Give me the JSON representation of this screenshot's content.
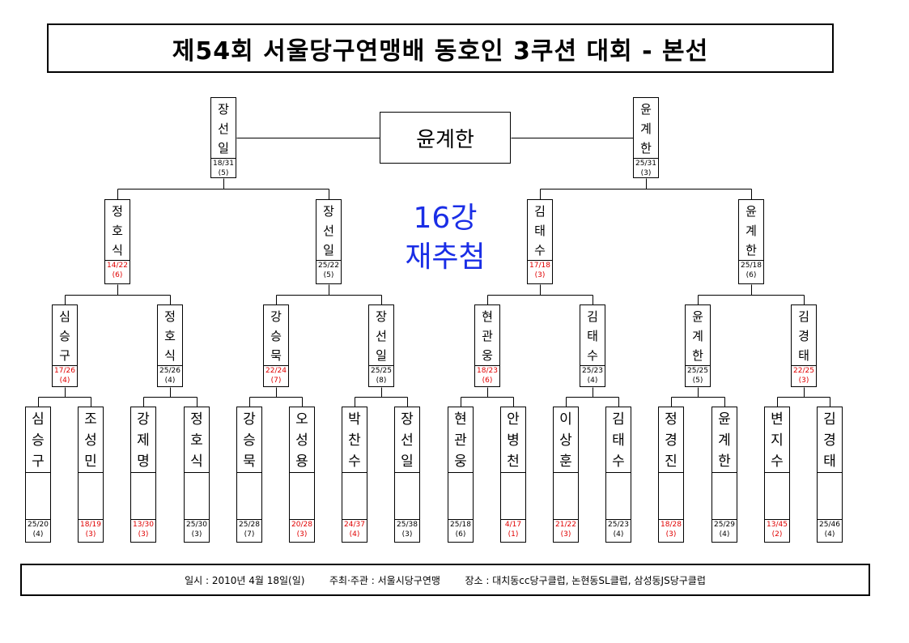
{
  "title": "제54회 서울당구연맹배 동호인 3쿠션 대회 - 본선",
  "champion": "윤계한",
  "round_label": [
    "16강",
    "재추첨"
  ],
  "final": [
    {
      "name": "장선일",
      "score": "18/31",
      "inn": "(5)",
      "red": false
    },
    {
      "name": "윤계한",
      "score": "25/31",
      "inn": "(3)",
      "red": false
    }
  ],
  "semi": [
    {
      "name": "정호식",
      "score": "14/22",
      "inn": "(6)",
      "red": true
    },
    {
      "name": "장선일",
      "score": "25/22",
      "inn": "(5)",
      "red": false
    },
    {
      "name": "김태수",
      "score": "17/18",
      "inn": "(3)",
      "red": true
    },
    {
      "name": "윤계한",
      "score": "25/18",
      "inn": "(6)",
      "red": false
    }
  ],
  "quarter": [
    {
      "name": "심승구",
      "score": "17/26",
      "inn": "(4)",
      "red": true
    },
    {
      "name": "정호식",
      "score": "25/26",
      "inn": "(4)",
      "red": false
    },
    {
      "name": "강승묵",
      "score": "22/24",
      "inn": "(7)",
      "red": true
    },
    {
      "name": "장선일",
      "score": "25/25",
      "inn": "(8)",
      "red": false
    },
    {
      "name": "현관웅",
      "score": "18/23",
      "inn": "(6)",
      "red": true
    },
    {
      "name": "김태수",
      "score": "25/23",
      "inn": "(4)",
      "red": false
    },
    {
      "name": "윤계한",
      "score": "25/25",
      "inn": "(5)",
      "red": false
    },
    {
      "name": "김경태",
      "score": "22/25",
      "inn": "(3)",
      "red": true
    }
  ],
  "round16": [
    {
      "name": "심승구",
      "score": "25/20",
      "inn": "(4)",
      "red": false
    },
    {
      "name": "조성민",
      "score": "18/19",
      "inn": "(3)",
      "red": true
    },
    {
      "name": "강제명",
      "score": "13/30",
      "inn": "(3)",
      "red": true
    },
    {
      "name": "정호식",
      "score": "25/30",
      "inn": "(3)",
      "red": false
    },
    {
      "name": "강승묵",
      "score": "25/28",
      "inn": "(7)",
      "red": false
    },
    {
      "name": "오성용",
      "score": "20/28",
      "inn": "(3)",
      "red": true
    },
    {
      "name": "박찬수",
      "score": "24/37",
      "inn": "(4)",
      "red": true
    },
    {
      "name": "장선일",
      "score": "25/38",
      "inn": "(3)",
      "red": false
    },
    {
      "name": "현관웅",
      "score": "25/18",
      "inn": "(6)",
      "red": false
    },
    {
      "name": "안병천",
      "score": "4/17",
      "inn": "(1)",
      "red": true
    },
    {
      "name": "이상훈",
      "score": "21/22",
      "inn": "(3)",
      "red": true
    },
    {
      "name": "김태수",
      "score": "25/23",
      "inn": "(4)",
      "red": false
    },
    {
      "name": "정경진",
      "score": "18/28",
      "inn": "(3)",
      "red": true
    },
    {
      "name": "윤계한",
      "score": "25/29",
      "inn": "(4)",
      "red": false
    },
    {
      "name": "변지수",
      "score": "13/45",
      "inn": "(2)",
      "red": true
    },
    {
      "name": "김경태",
      "score": "25/46",
      "inn": "(4)",
      "red": false
    }
  ],
  "footer": {
    "date": "일시 : 2010년 4월 18일(일)",
    "host": "주최·주관 : 서울시당구연맹",
    "venue": "장소 : 대치동cc당구클럽, 논현동SL클럽, 삼성동JS당구클럽"
  },
  "colors": {
    "loser_score": "#e00000",
    "round_label": "#1a2ee6",
    "line": "#000000"
  }
}
